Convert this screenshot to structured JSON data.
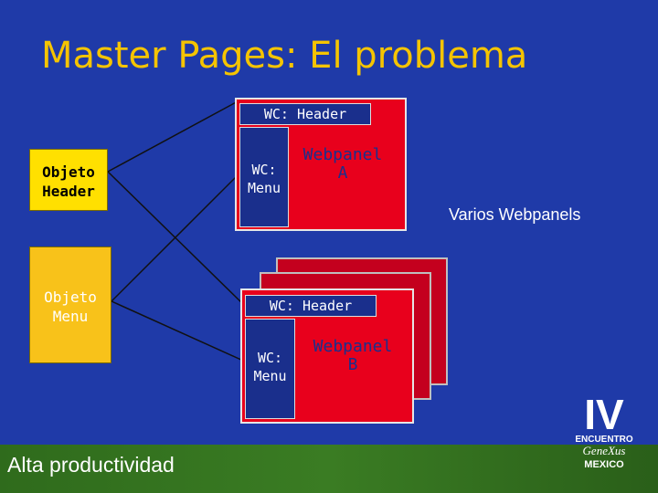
{
  "title": "Master Pages: El problema",
  "objects": {
    "header": "Objeto Header",
    "menu": "Objeto Menu"
  },
  "panel_a": {
    "wc_header": "WC: Header",
    "wc_menu_line1": "WC:",
    "wc_menu_line2": "Menu",
    "webpanel_line1": "Webpanel",
    "webpanel_line2": "A"
  },
  "panel_b": {
    "wc_header": "WC: Header",
    "wc_menu_line1": "WC:",
    "wc_menu_line2": "Menu",
    "webpanel_line1": "Webpanel",
    "webpanel_line2": "B"
  },
  "side_label": "Varios Webpanels",
  "footer": "Alta productividad",
  "logo": {
    "numeral": "IV",
    "line1": "ENCUENTRO",
    "line2": "GeneXus",
    "line3": "MEXICO"
  },
  "colors": {
    "background": "#1f3aa8",
    "title": "#f5c400",
    "object": "#ffe000",
    "panel": "#e8001c",
    "wc": "#1a2f8c",
    "footer": "#3a7c23"
  }
}
